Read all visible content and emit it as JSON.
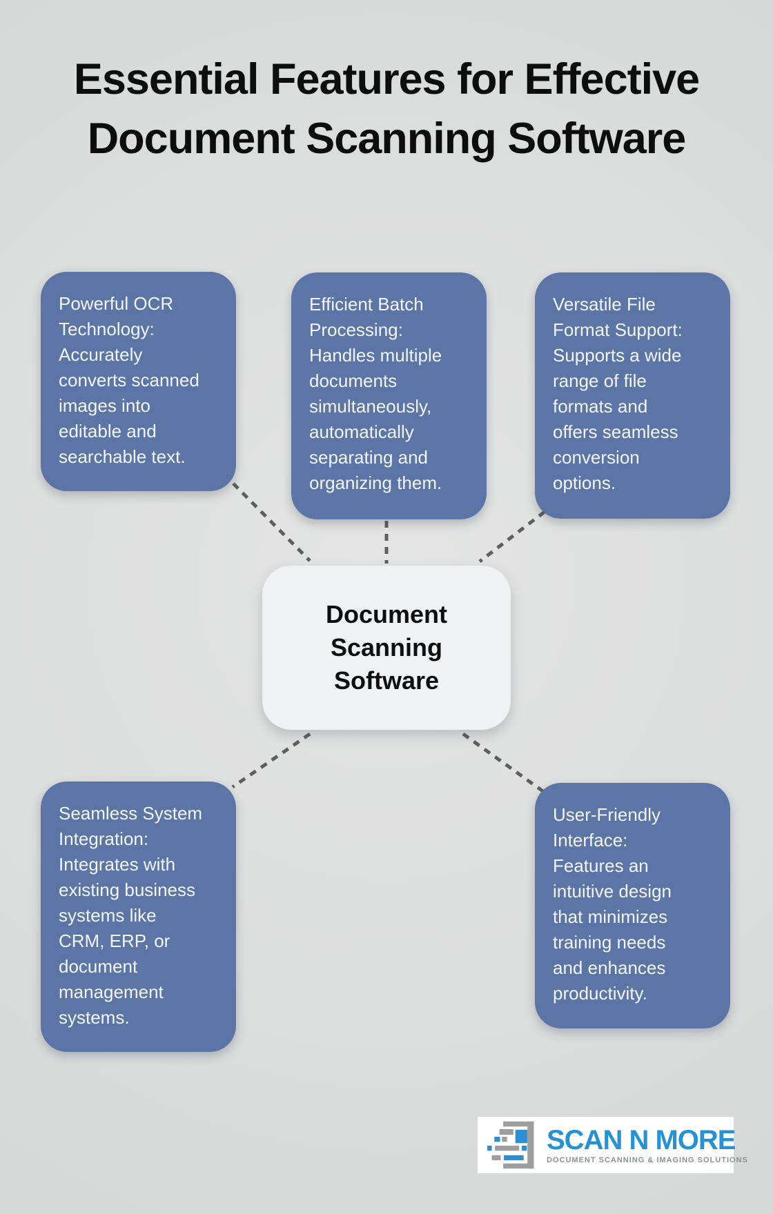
{
  "title": "Essential Features for Effective\nDocument Scanning Software",
  "center": {
    "label": "Document\nScanning\nSoftware"
  },
  "features": [
    {
      "id": "ocr",
      "text": "Powerful OCR\nTechnology:\nAccurately\nconverts scanned\nimages into\neditable and\nsearchable text."
    },
    {
      "id": "batch",
      "text": "Efficient Batch\nProcessing:\nHandles multiple\ndocuments\nsimultaneously,\nautomatically\nseparating and\norganizing them."
    },
    {
      "id": "format",
      "text": "Versatile File\nFormat Support:\nSupports a wide\nrange of file\nformats and\noffers seamless\nconversion\noptions."
    },
    {
      "id": "integration",
      "text": "Seamless System\nIntegration:\nIntegrates with\nexisting business\nsystems like\nCRM, ERP, or\ndocument\nmanagement\nsystems."
    },
    {
      "id": "ui",
      "text": "User-Friendly\nInterface:\nFeatures an\nintuitive design\nthat minimizes\ntraining needs\nand enhances\nproductivity."
    }
  ],
  "logo": {
    "name": "SCAN N MORE",
    "tagline": "DOCUMENT SCANNING & IMAGING SOLUTIONS"
  },
  "colors": {
    "box_blue": "#5c75a7",
    "accent_blue": "#2492d4",
    "connector_gray": "#5e5e5e",
    "background": "#dedfdf"
  }
}
